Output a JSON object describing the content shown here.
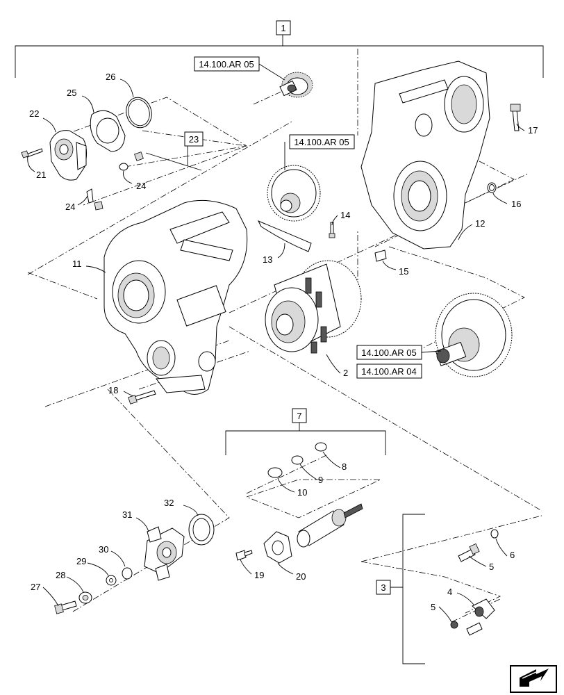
{
  "diagram": {
    "group_labels": {
      "g1": "1",
      "g23": "23",
      "g7": "7",
      "g3": "3"
    },
    "refs": {
      "r_top_gear": "14.100.AR 05",
      "r_mid_gear": "14.100.AR 05",
      "r_output_gear": "14.100.AR 05",
      "r_clutch": "14.100.AR 04"
    },
    "callouts": {
      "c2": "2",
      "c4": "4",
      "c5a": "5",
      "c5b": "5",
      "c6": "6",
      "c8": "8",
      "c9": "9",
      "c10": "10",
      "c11": "11",
      "c12": "12",
      "c13": "13",
      "c14": "14",
      "c15": "15",
      "c16": "16",
      "c17": "17",
      "c18": "18",
      "c19": "19",
      "c20": "20",
      "c21": "21",
      "c22": "22",
      "c24a": "24",
      "c24b": "24",
      "c25": "25",
      "c26": "26",
      "c27": "27",
      "c28": "28",
      "c29": "29",
      "c30": "30",
      "c31": "31",
      "c32": "32"
    }
  }
}
